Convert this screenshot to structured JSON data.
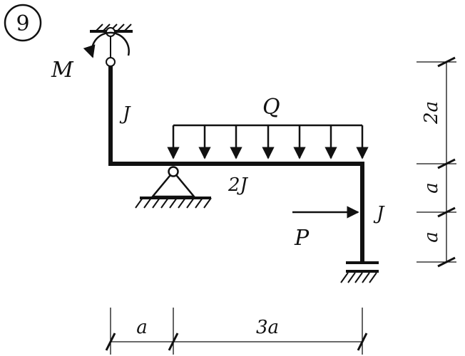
{
  "problem_number": "9",
  "labels": {
    "moment": "M",
    "distributed_load": "Q",
    "point_force": "P",
    "stiffness_column": "J",
    "stiffness_beam": "2J",
    "stiffness_right_column": "J"
  },
  "dimensions": {
    "horizontal": [
      "a",
      "3a"
    ],
    "vertical": [
      "2a",
      "a",
      "a"
    ]
  },
  "colors": {
    "ink": "#111111",
    "background": "#ffffff"
  }
}
